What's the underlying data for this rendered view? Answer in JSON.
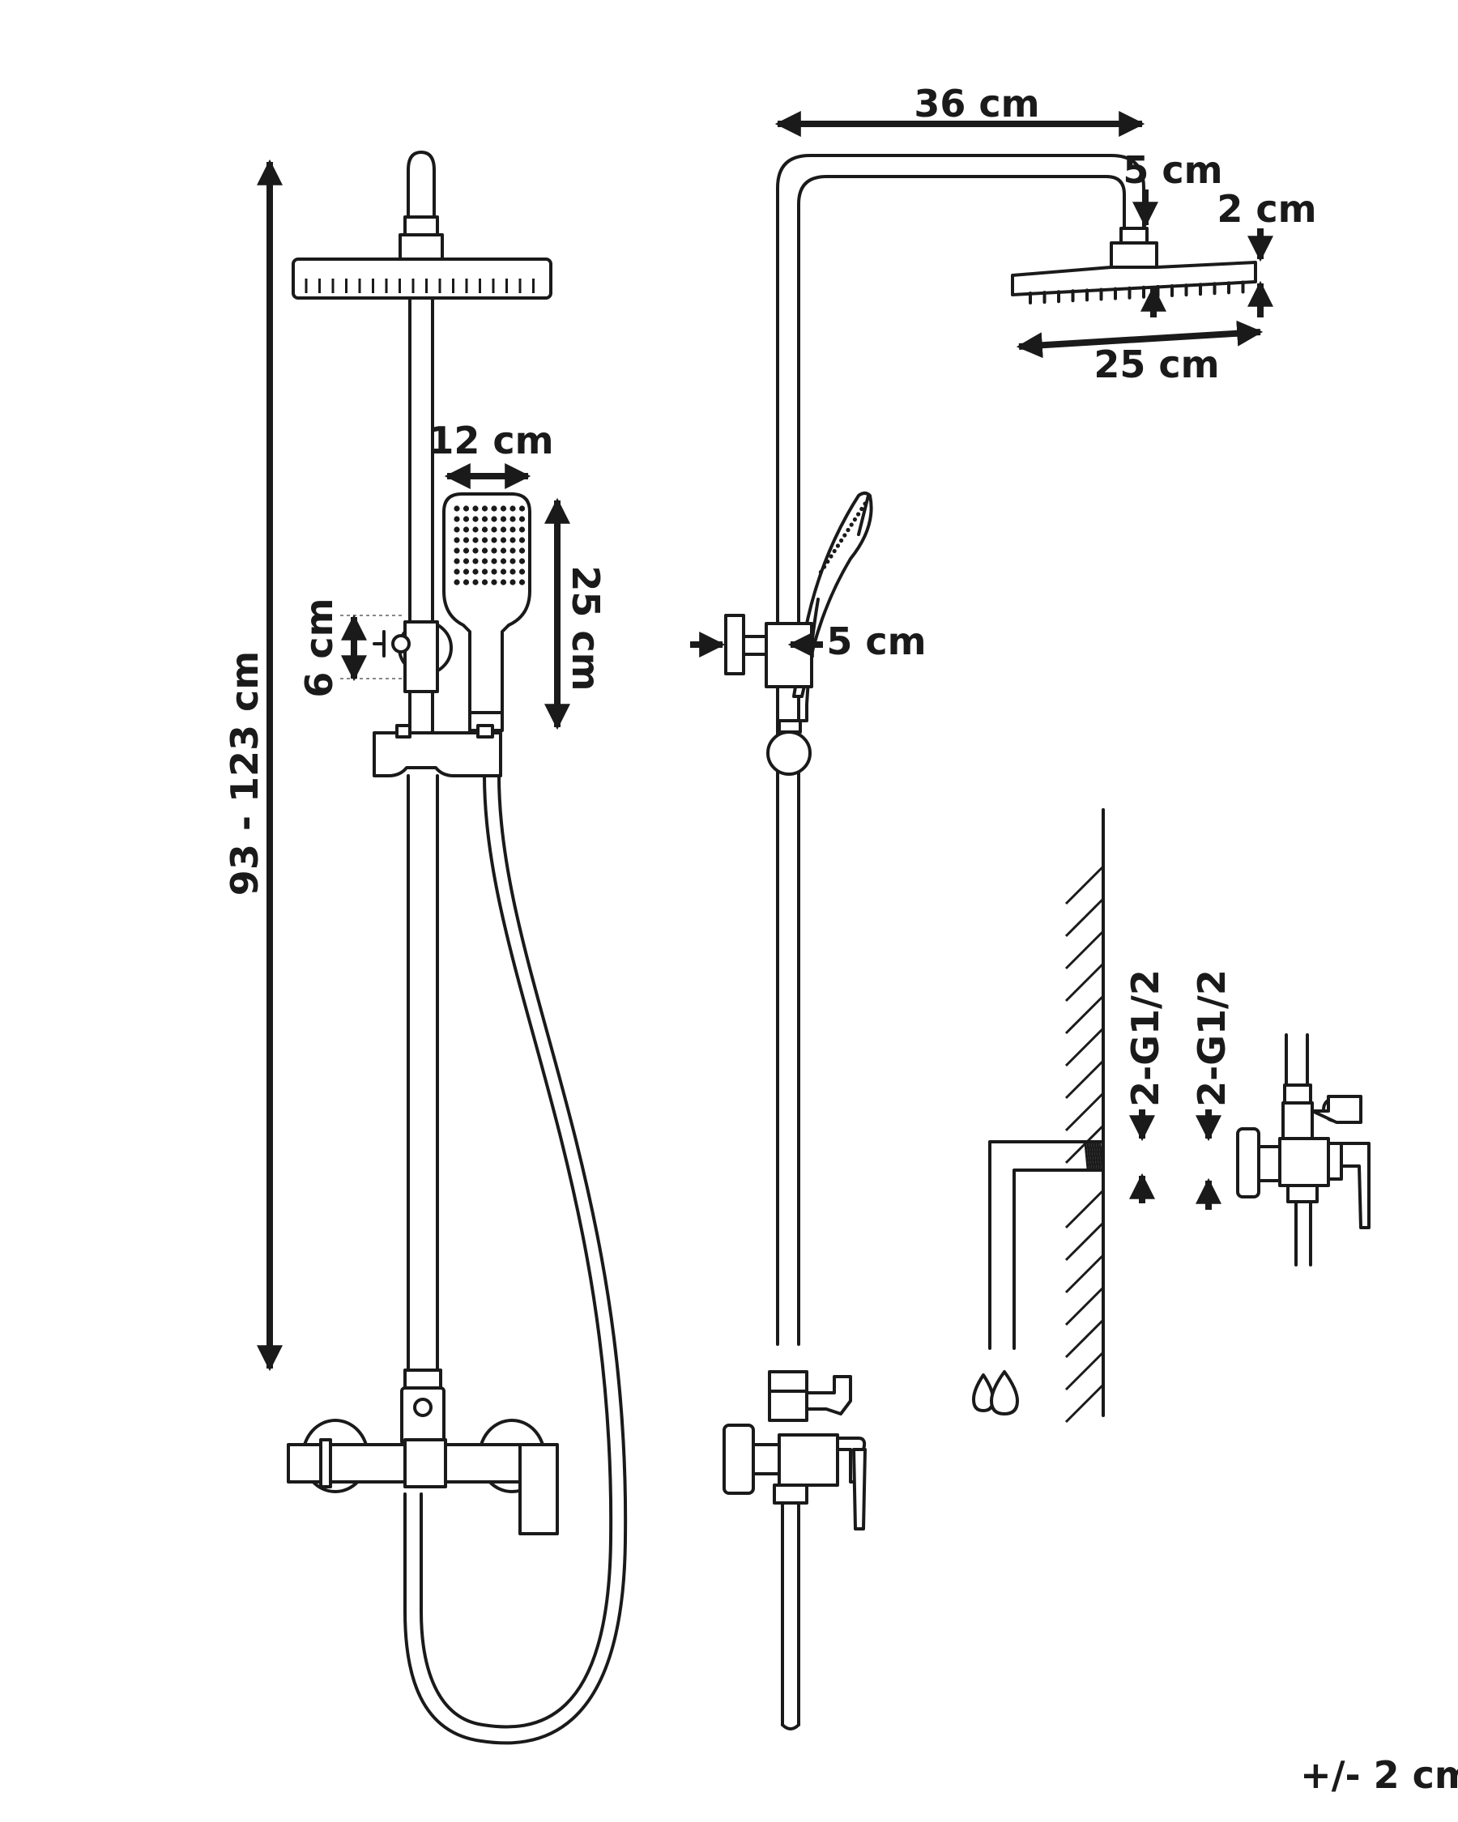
{
  "labels": {
    "overall_height": "93 - 123 cm",
    "overhead_arm_length": "36 cm",
    "head_connector": "5 cm",
    "head_thickness": "2 cm",
    "head_width": "25 cm",
    "hand_shower_width": "12 cm",
    "hand_shower_length": "25 cm",
    "diverter_height": "6 cm",
    "bracket_offset": "5 cm",
    "inlet_thread_wall": "2-G1/2",
    "inlet_thread_mixer": "2-G1/2",
    "tolerance": "+/- 2 cm"
  },
  "icons": {
    "water": "water-drops-icon",
    "wall": "wall-hatch-icon"
  },
  "colors": {
    "line": "#1a1a1a",
    "background": "#ffffff"
  }
}
